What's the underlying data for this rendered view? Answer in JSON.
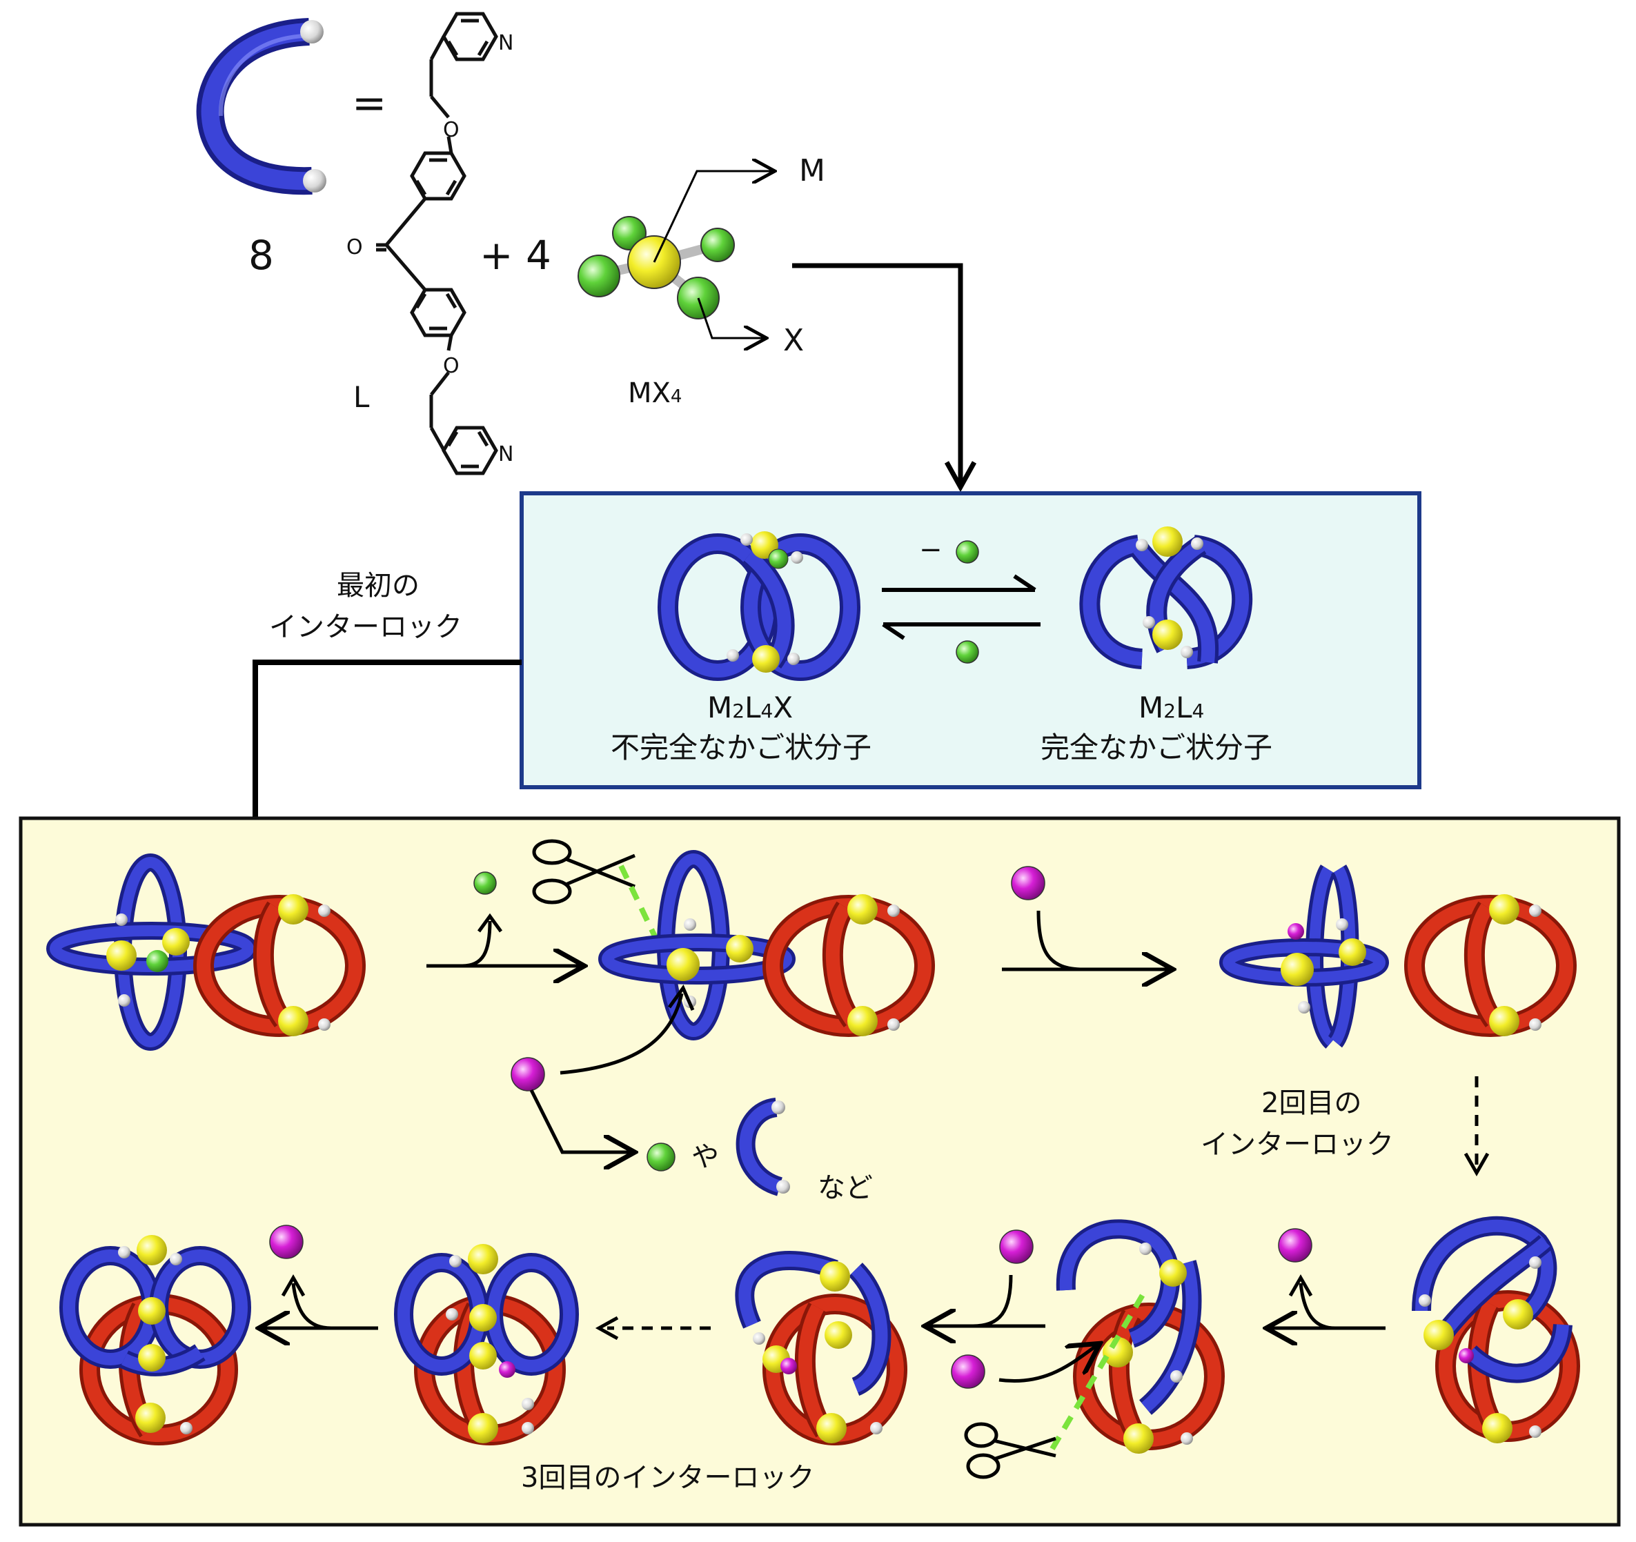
{
  "top": {
    "coef_ligand": "8",
    "equals": "=",
    "ligand_label": "L",
    "plus_metal": "+ 4",
    "metal_label": "MX",
    "metal_sub": "4",
    "arrow_M": "M",
    "arrow_X": "X",
    "chem_O": "O",
    "chem_N": "N"
  },
  "equilibrium": {
    "left_formula": "M",
    "left_formula_sub1": "2",
    "left_formula_mid": "L",
    "left_formula_sub2": "4",
    "left_formula_end": "X",
    "left_caption": "不完全なかご状分子",
    "right_formula": "M",
    "right_formula_sub1": "2",
    "right_formula_mid": "L",
    "right_formula_sub2": "4",
    "right_caption": "完全なかご状分子",
    "minus_sign": "−"
  },
  "first_interlock": {
    "line1": "最初の",
    "line2": "インターロック"
  },
  "process": {
    "second_line1": "2回目の",
    "second_line2": "インターロック",
    "third": "3回目のインターロック",
    "byproduct_ya": "や",
    "byproduct_nado": "など"
  },
  "colors": {
    "blue_ring": "#2b35c7",
    "red_ring": "#d9321a",
    "yellow_metal": "#f3ee2a",
    "green_anion": "#5fd23a",
    "magenta_guest": "#d61fd6",
    "equilibrium_box": "#e8f8f6",
    "equilibrium_border": "#1d3a8a",
    "process_box": "#fdfbd9",
    "scissor_cut": "#7be33c"
  }
}
